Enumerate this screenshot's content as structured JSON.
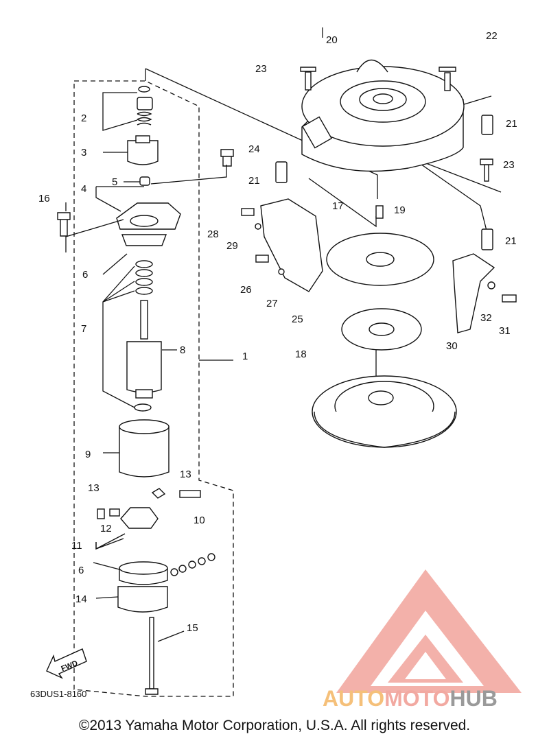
{
  "diagram_code": "63DUS1-8160",
  "fwd_label": "FWD",
  "copyright": "©2013 Yamaha Motor Corporation, U.S.A. All rights reserved.",
  "watermark": {
    "auto": "AUTO",
    "moto": "MOTO",
    "hub": "HUB"
  },
  "colors": {
    "line": "#111111",
    "watermark_red": "#f2a9a1",
    "watermark_orange": "#f5c07a",
    "watermark_gray": "#9a9a9a"
  },
  "part_numbers": [
    "1",
    "2",
    "3",
    "4",
    "5",
    "6",
    "6",
    "7",
    "8",
    "9",
    "10",
    "11",
    "12",
    "13",
    "13",
    "14",
    "15",
    "16",
    "17",
    "18",
    "19",
    "20",
    "21",
    "21",
    "21",
    "22",
    "23",
    "23",
    "24",
    "25",
    "26",
    "27",
    "28",
    "29",
    "30",
    "31",
    "32"
  ]
}
